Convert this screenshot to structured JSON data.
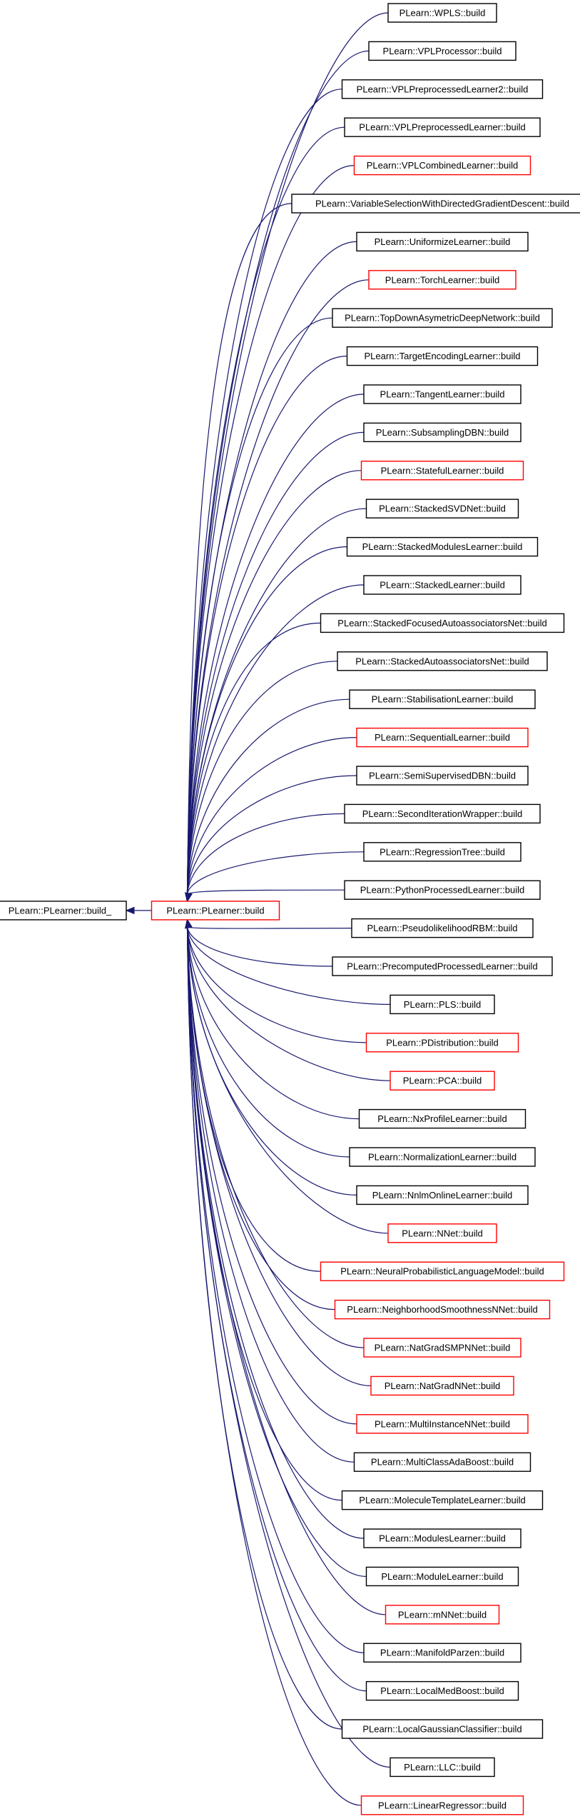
{
  "colors": {
    "edge": "#191970",
    "box_border_black": "#000000",
    "box_border_red": "#ff0000",
    "selected_fill": "#bfbfbf"
  },
  "root": {
    "label": "PLearn::PLearner::build_",
    "border": "black",
    "selected": true
  },
  "center": {
    "label": "PLearn::PLearner::build",
    "border": "red"
  },
  "callers": [
    {
      "label": "PLearn::WPLS::build",
      "border": "black"
    },
    {
      "label": "PLearn::VPLProcessor::build",
      "border": "black"
    },
    {
      "label": "PLearn::VPLPreprocessedLearner2::build",
      "border": "black"
    },
    {
      "label": "PLearn::VPLPreprocessedLearner::build",
      "border": "black"
    },
    {
      "label": "PLearn::VPLCombinedLearner::build",
      "border": "red"
    },
    {
      "label": "PLearn::VariableSelectionWithDirectedGradientDescent::build",
      "border": "black"
    },
    {
      "label": "PLearn::UniformizeLearner::build",
      "border": "black"
    },
    {
      "label": "PLearn::TorchLearner::build",
      "border": "red"
    },
    {
      "label": "PLearn::TopDownAsymetricDeepNetwork::build",
      "border": "black"
    },
    {
      "label": "PLearn::TargetEncodingLearner::build",
      "border": "black"
    },
    {
      "label": "PLearn::TangentLearner::build",
      "border": "black"
    },
    {
      "label": "PLearn::SubsamplingDBN::build",
      "border": "black"
    },
    {
      "label": "PLearn::StatefulLearner::build",
      "border": "red"
    },
    {
      "label": "PLearn::StackedSVDNet::build",
      "border": "black"
    },
    {
      "label": "PLearn::StackedModulesLearner::build",
      "border": "black"
    },
    {
      "label": "PLearn::StackedLearner::build",
      "border": "black"
    },
    {
      "label": "PLearn::StackedFocusedAutoassociatorsNet::build",
      "border": "black"
    },
    {
      "label": "PLearn::StackedAutoassociatorsNet::build",
      "border": "black"
    },
    {
      "label": "PLearn::StabilisationLearner::build",
      "border": "black"
    },
    {
      "label": "PLearn::SequentialLearner::build",
      "border": "red"
    },
    {
      "label": "PLearn::SemiSupervisedDBN::build",
      "border": "black"
    },
    {
      "label": "PLearn::SecondIterationWrapper::build",
      "border": "black"
    },
    {
      "label": "PLearn::RegressionTree::build",
      "border": "black"
    },
    {
      "label": "PLearn::PythonProcessedLearner::build",
      "border": "black"
    },
    {
      "label": "PLearn::PseudolikelihoodRBM::build",
      "border": "black"
    },
    {
      "label": "PLearn::PrecomputedProcessedLearner::build",
      "border": "black"
    },
    {
      "label": "PLearn::PLS::build",
      "border": "black"
    },
    {
      "label": "PLearn::PDistribution::build",
      "border": "red"
    },
    {
      "label": "PLearn::PCA::build",
      "border": "red"
    },
    {
      "label": "PLearn::NxProfileLearner::build",
      "border": "black"
    },
    {
      "label": "PLearn::NormalizationLearner::build",
      "border": "black"
    },
    {
      "label": "PLearn::NnlmOnlineLearner::build",
      "border": "black"
    },
    {
      "label": "PLearn::NNet::build",
      "border": "red"
    },
    {
      "label": "PLearn::NeuralProbabilisticLanguageModel::build",
      "border": "red"
    },
    {
      "label": "PLearn::NeighborhoodSmoothnessNNet::build",
      "border": "red"
    },
    {
      "label": "PLearn::NatGradSMPNNet::build",
      "border": "red"
    },
    {
      "label": "PLearn::NatGradNNet::build",
      "border": "red"
    },
    {
      "label": "PLearn::MultiInstanceNNet::build",
      "border": "red"
    },
    {
      "label": "PLearn::MultiClassAdaBoost::build",
      "border": "black"
    },
    {
      "label": "PLearn::MoleculeTemplateLearner::build",
      "border": "black"
    },
    {
      "label": "PLearn::ModulesLearner::build",
      "border": "black"
    },
    {
      "label": "PLearn::ModuleLearner::build",
      "border": "black"
    },
    {
      "label": "PLearn::mNNet::build",
      "border": "red"
    },
    {
      "label": "PLearn::ManifoldParzen::build",
      "border": "black"
    },
    {
      "label": "PLearn::LocalMedBoost::build",
      "border": "black"
    },
    {
      "label": "PLearn::LocalGaussianClassifier::build",
      "border": "black"
    },
    {
      "label": "PLearn::LLC::build",
      "border": "black"
    },
    {
      "label": "PLearn::LinearRegressor::build",
      "border": "red"
    }
  ]
}
